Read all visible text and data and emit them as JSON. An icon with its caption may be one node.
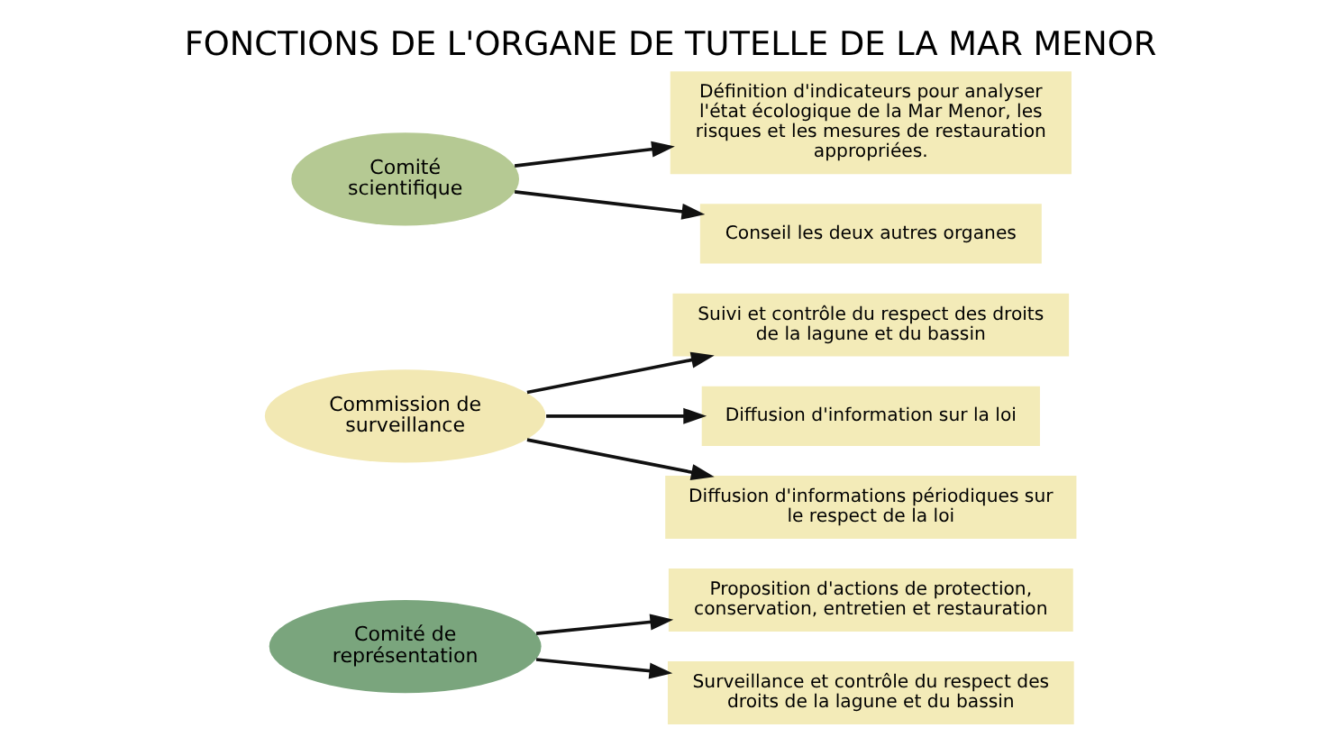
{
  "diagram": {
    "title": "FONCTIONS DE L'ORGANE DE TUTELLE DE LA MAR MENOR",
    "nodes": [
      {
        "text": [
          "Comité de représentation"
        ]
      },
      {
        "text": [
          "Commission de surveillance"
        ]
      },
      {
        "text": [
          "Comité scientifique"
        ]
      },
      {
        "text": [
          "Proposition d'actions de protection, conservation, entretien et restauration"
        ]
      },
      {
        "text": [
          "Surveillance et contrôle du respect des droits de la lagune et du bassin"
        ]
      },
      {
        "text": [
          "Définition d'indicateurs pour analyser l'état écologique de la Mar Menor, les risques et les mesures de restauration appropriées."
        ]
      },
      {
        "text": [
          "Suivi et contrôle du respect des droits de la lagune et du bassin"
        ]
      },
      {
        "text": [
          "Diffusion d'information sur la loi"
        ]
      },
      {
        "text": [
          "Diffusion d'informations périodiques sur le respect de la loi"
        ]
      },
      {
        "text": [
          "Conseil les deux autres organes"
        ]
      }
    ],
    "edges": [
      {
        "from": 0,
        "to": 3,
        "arrow": "to"
      },
      {
        "from": 0,
        "to": 4,
        "arrow": "to"
      },
      {
        "from": 2,
        "to": 5,
        "arrow": "to"
      },
      {
        "from": 1,
        "to": 6,
        "arrow": "to"
      },
      {
        "from": 1,
        "to": 7,
        "arrow": "to"
      },
      {
        "from": 1,
        "to": 8,
        "arrow": "to"
      },
      {
        "from": 2,
        "to": 9,
        "arrow": "to"
      }
    ]
  }
}
